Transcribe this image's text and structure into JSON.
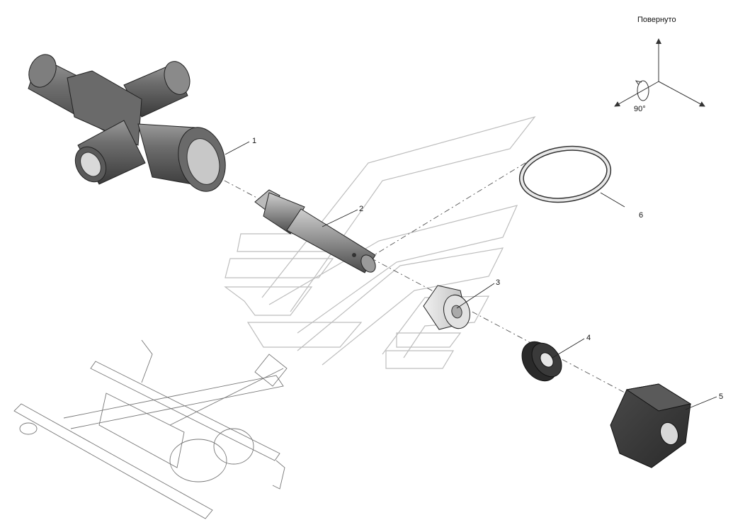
{
  "orientation": {
    "label": "Повернуто",
    "angle": "90°"
  },
  "callouts": [
    "1",
    "2",
    "3",
    "4",
    "5",
    "6"
  ]
}
